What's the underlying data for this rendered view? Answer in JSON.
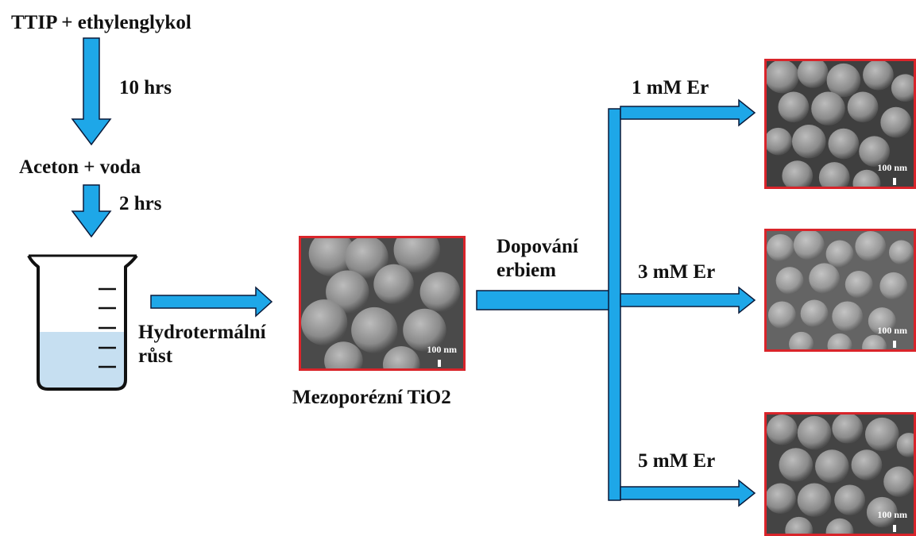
{
  "steps": {
    "start": "TTIP + ethylenglykol",
    "time1": "10 hrs",
    "mid": "Aceton + voda",
    "time2": "2 hrs",
    "process": "Hydrotermální růst",
    "product": "Mezoporézní TiO2",
    "doping": "Dopování erbiem"
  },
  "branches": [
    {
      "label": "1 mM Er",
      "scale": "100 nm"
    },
    {
      "label": "3 mM Er",
      "scale": "100 nm"
    },
    {
      "label": "5 mM Er",
      "scale": "100 nm"
    }
  ],
  "product_scale": "100 nm",
  "colors": {
    "arrow_fill": "#1ea7e8",
    "arrow_stroke": "#0a1a3a",
    "frame": "#d9242a",
    "liquid": "#c6dff1"
  }
}
